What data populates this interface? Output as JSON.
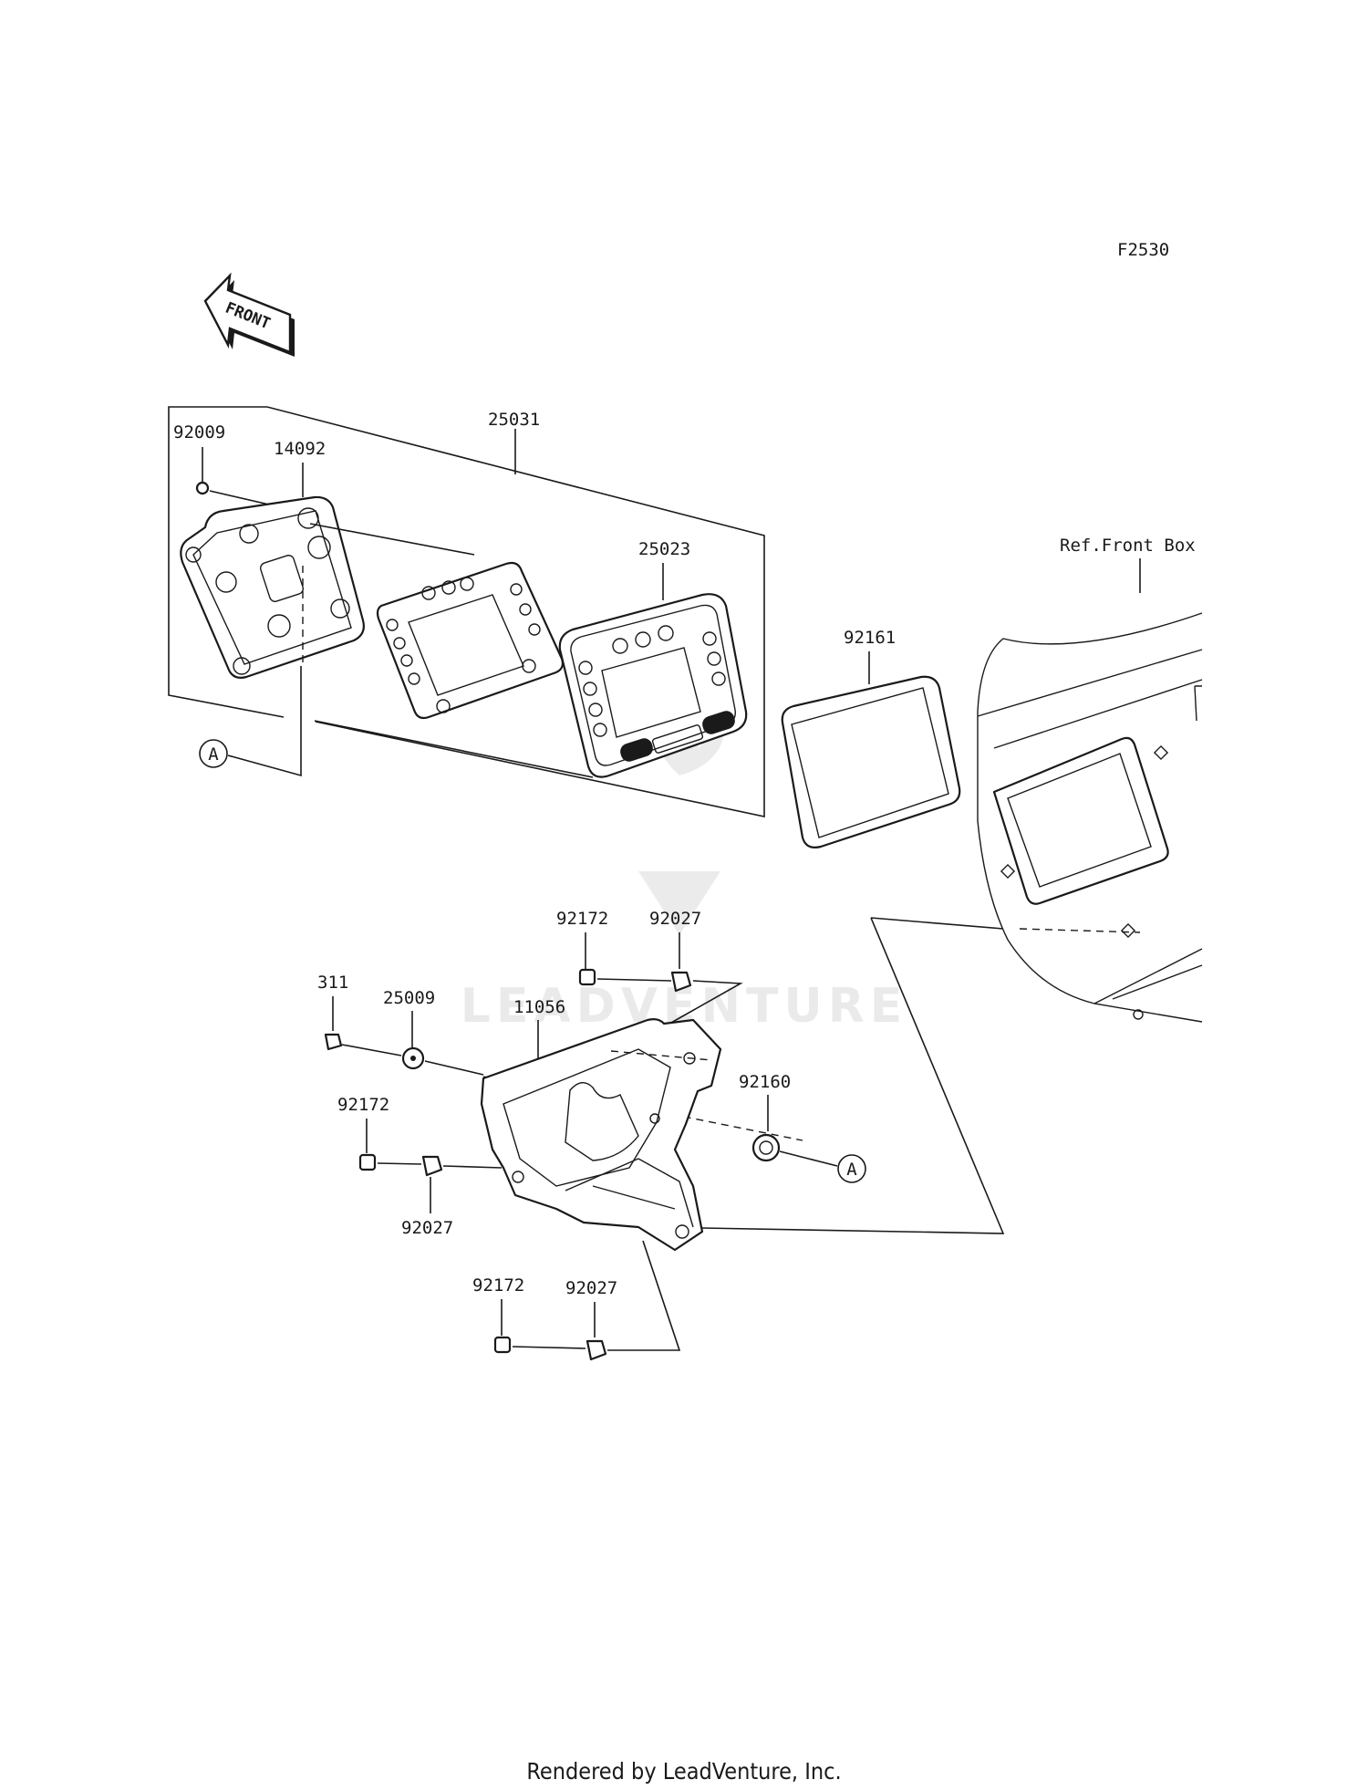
{
  "diagram_code": "F2530",
  "front_arrow_text": "FRONT",
  "reference_label": "Ref.Front Box",
  "callout_letter": "A",
  "watermark_text": "LEADVENTURE",
  "footer": "Rendered by LeadVenture, Inc.",
  "part_labels": {
    "p92009": "92009",
    "p14092": "14092",
    "p25031": "25031",
    "p25023": "25023",
    "p92161": "92161",
    "p92172_top": "92172",
    "p92027_top": "92027",
    "p311": "311",
    "p25009": "25009",
    "p11056": "11056",
    "p92160": "92160",
    "p92172_mid": "92172",
    "p92027_mid": "92027",
    "p92172_bottom": "92172",
    "p92027_bottom": "92027"
  }
}
